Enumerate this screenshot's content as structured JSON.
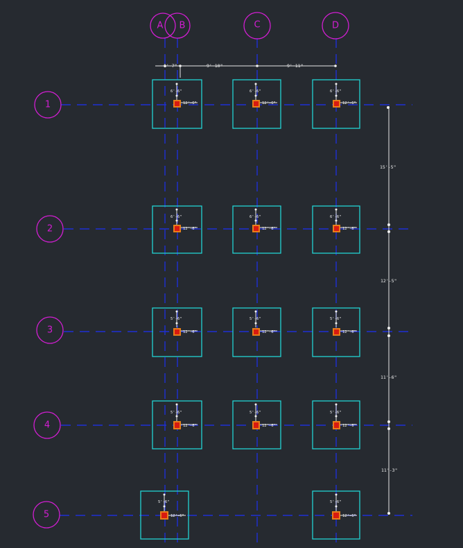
{
  "grid_labels": {
    "columns": [
      "A",
      "B",
      "C",
      "D"
    ],
    "rows": [
      "1",
      "2",
      "3",
      "4",
      "5"
    ]
  },
  "top_dimensions": [
    "1'-7\"",
    "9'-10\"",
    "9'-11\""
  ],
  "right_dimensions": [
    "15'-5\"",
    "12'-5\"",
    "11'-6\"",
    "11'-3\""
  ],
  "footings": [
    {
      "id": "1A",
      "v": "6'-6\"",
      "h": "12'-6\""
    },
    {
      "id": "1C",
      "v": "6'-6\"",
      "h": "12'-6\""
    },
    {
      "id": "1D",
      "v": "6'-6\"",
      "h": "12'-6\""
    },
    {
      "id": "2A",
      "v": "6'-6\"",
      "h": "12'-6\""
    },
    {
      "id": "2C",
      "v": "6'-6\"",
      "h": "12'-6\""
    },
    {
      "id": "2D",
      "v": "6'-6\"",
      "h": "12'-6\""
    },
    {
      "id": "3A",
      "v": "5'-6\"",
      "h": "12'-6\""
    },
    {
      "id": "3C",
      "v": "5'-6\"",
      "h": "12'-6\""
    },
    {
      "id": "3D",
      "v": "5'-6\"",
      "h": "12'-6\""
    },
    {
      "id": "4A",
      "v": "5'-6\"",
      "h": "12'-6\""
    },
    {
      "id": "4C",
      "v": "5'-6\"",
      "h": "12'-6\""
    },
    {
      "id": "4D",
      "v": "5'-6\"",
      "h": "12'-6\""
    },
    {
      "id": "5A",
      "v": "5'-6\"",
      "h": "12'-6\""
    },
    {
      "id": "5D",
      "v": "5'-6\"",
      "h": "12'-6\""
    }
  ],
  "colors": {
    "background": "#262a30",
    "grid_line": "#1f2fd6",
    "bubble": "#d21ed2",
    "footing": "#22d3d3",
    "column": "#d81a10",
    "dimension": "#f0f0f0"
  }
}
